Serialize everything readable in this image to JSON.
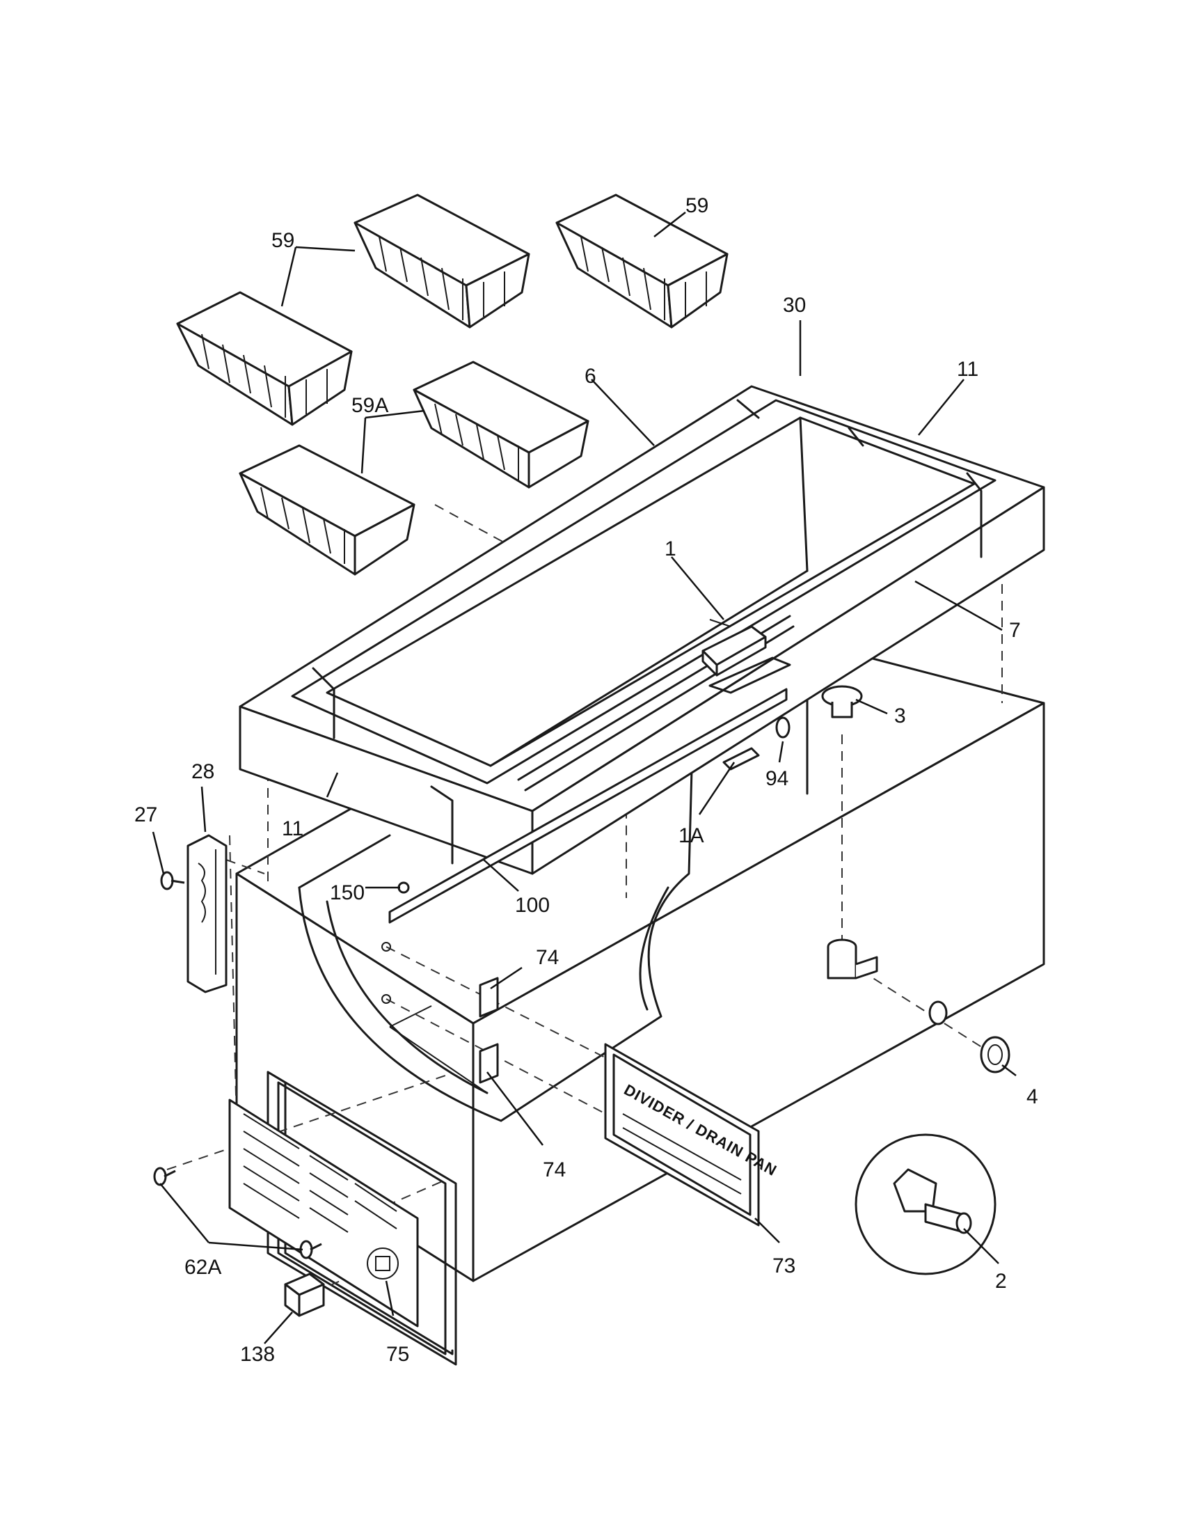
{
  "callouts": [
    {
      "id": "c59a",
      "text": "59"
    },
    {
      "id": "c59b",
      "text": "59"
    },
    {
      "id": "c59A",
      "text": "59A"
    },
    {
      "id": "c6",
      "text": "6"
    },
    {
      "id": "c30",
      "text": "30"
    },
    {
      "id": "c11a",
      "text": "11"
    },
    {
      "id": "c11b",
      "text": "11"
    },
    {
      "id": "c1",
      "text": "1"
    },
    {
      "id": "c7",
      "text": "7"
    },
    {
      "id": "c3",
      "text": "3"
    },
    {
      "id": "c94",
      "text": "94"
    },
    {
      "id": "c1A",
      "text": "1A"
    },
    {
      "id": "c28",
      "text": "28"
    },
    {
      "id": "c27",
      "text": "27"
    },
    {
      "id": "c150",
      "text": "150"
    },
    {
      "id": "c100",
      "text": "100"
    },
    {
      "id": "c74a",
      "text": "74"
    },
    {
      "id": "c74b",
      "text": "74"
    },
    {
      "id": "c4",
      "text": "4"
    },
    {
      "id": "c2",
      "text": "2"
    },
    {
      "id": "c73",
      "text": "73"
    },
    {
      "id": "c62A",
      "text": "62A"
    },
    {
      "id": "c138",
      "text": "138"
    },
    {
      "id": "c75",
      "text": "75"
    }
  ],
  "divider_pan_label": "DIVIDER / DRAIN PAN",
  "colors": {
    "line": "#1a1a1a",
    "background": "#ffffff"
  }
}
